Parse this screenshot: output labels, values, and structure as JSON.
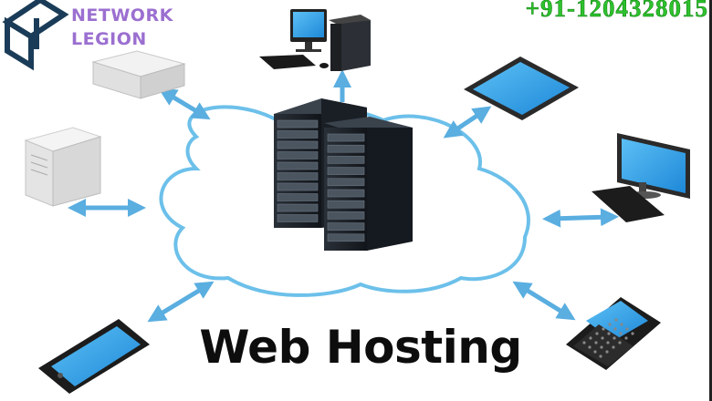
{
  "logo": {
    "line1": "NETWORK",
    "line2": "LEGION",
    "icon": "network-legion-logo-mark"
  },
  "contact": {
    "phone": "+91-1204328015"
  },
  "title": "Web Hosting",
  "colors": {
    "cloud_outline": "#6cc0ea",
    "arrow": "#5aaee0",
    "screen_blue": "#2f9fe6",
    "server_dark": "#1c2128",
    "logo_purple": "#9b6fd0",
    "phone_green": "#2ec22e"
  },
  "devices": [
    {
      "name": "desktop-computer",
      "icon": "desktop-icon"
    },
    {
      "name": "tablet",
      "icon": "tablet-icon"
    },
    {
      "name": "monitor-keyboard",
      "icon": "monitor-icon"
    },
    {
      "name": "blackberry-phone",
      "icon": "smartphone-icon"
    },
    {
      "name": "touch-smartphone",
      "icon": "smartphone-icon"
    },
    {
      "name": "tower-server",
      "icon": "server-icon"
    },
    {
      "name": "rack-server",
      "icon": "server-icon"
    },
    {
      "name": "central-data-center",
      "icon": "server-rack-icon"
    }
  ]
}
